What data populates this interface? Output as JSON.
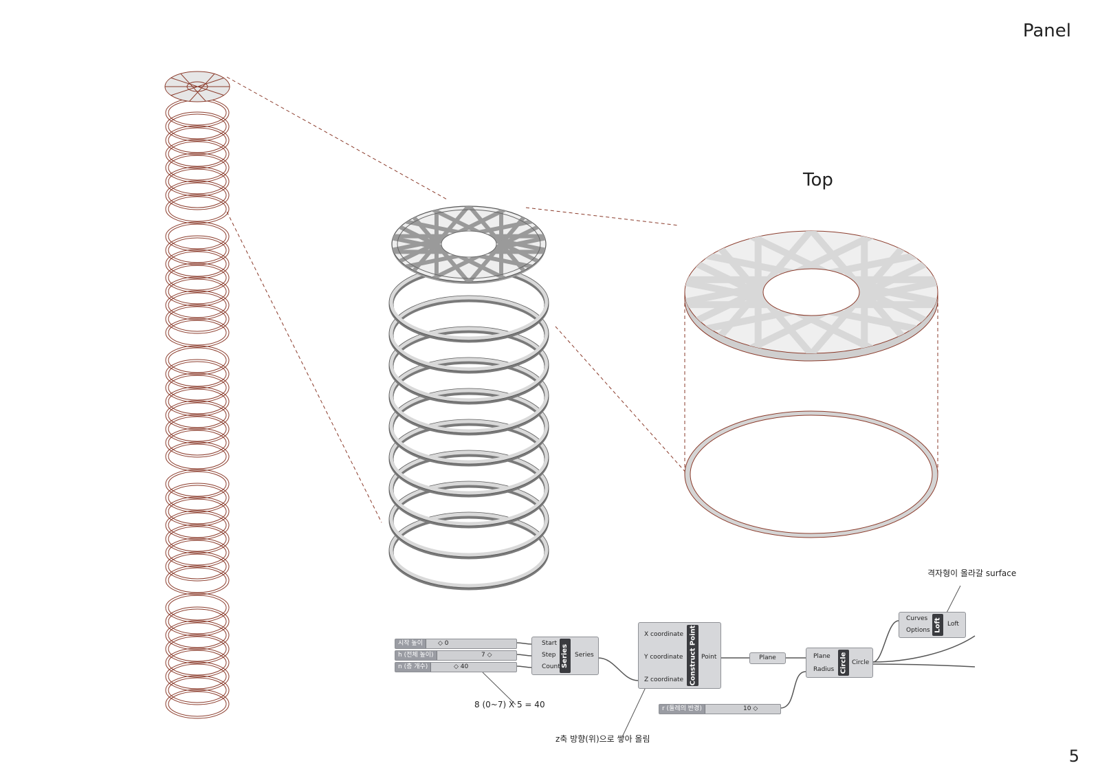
{
  "page": {
    "title": "Panel",
    "view_label": "Top",
    "number": "5"
  },
  "grasshopper": {
    "sliders": [
      {
        "label": "시작 높이",
        "value": "◇ 0"
      },
      {
        "label": "h (전체 높이)",
        "value": "7 ◇"
      },
      {
        "label": "n (층 개수)",
        "value": "◇ 40"
      },
      {
        "label": "r (둘레의 반경)",
        "value": "10 ◇"
      }
    ],
    "series": {
      "name": "Series",
      "inputs": [
        "Start",
        "Step",
        "Count"
      ],
      "output": "Series"
    },
    "construct_point": {
      "name": "Construct Point",
      "inputs": [
        "X coordinate",
        "Y coordinate",
        "Z coordinate"
      ],
      "output": "Point"
    },
    "plane": {
      "name": "Plane"
    },
    "circle": {
      "name": "Circle",
      "inputs": [
        "Plane",
        "Radius"
      ],
      "output": "Circle"
    },
    "loft": {
      "name": "Loft",
      "inputs": [
        "Curves",
        "Options"
      ],
      "output": "Loft"
    }
  },
  "annotations": {
    "count_formula": "8 (0~7) X 5 = 40",
    "z_stack": "z축 방향(위)으로 쌓아 올림",
    "lattice_surface": "격자형이 올라갈 surface"
  }
}
